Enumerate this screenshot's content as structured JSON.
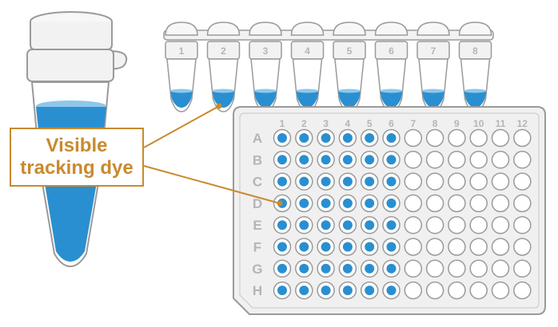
{
  "callout": {
    "line1": "Visible",
    "line2": "tracking dye"
  },
  "strip_tubes": {
    "labels": [
      "1",
      "2",
      "3",
      "4",
      "5",
      "6",
      "7",
      "8"
    ]
  },
  "plate": {
    "column_labels": [
      "1",
      "2",
      "3",
      "4",
      "5",
      "6",
      "7",
      "8",
      "9",
      "10",
      "11",
      "12"
    ],
    "row_labels": [
      "A",
      "B",
      "C",
      "D",
      "E",
      "F",
      "G",
      "H"
    ],
    "filled_columns": 6
  },
  "colors": {
    "liquid": "#2a8fd0",
    "liquid_light": "#8ec7ea",
    "outline": "#9a9a9a",
    "plate_fill": "#f0f0f0",
    "label_gray": "#b5b5b5",
    "callout": "#c88a2e"
  }
}
